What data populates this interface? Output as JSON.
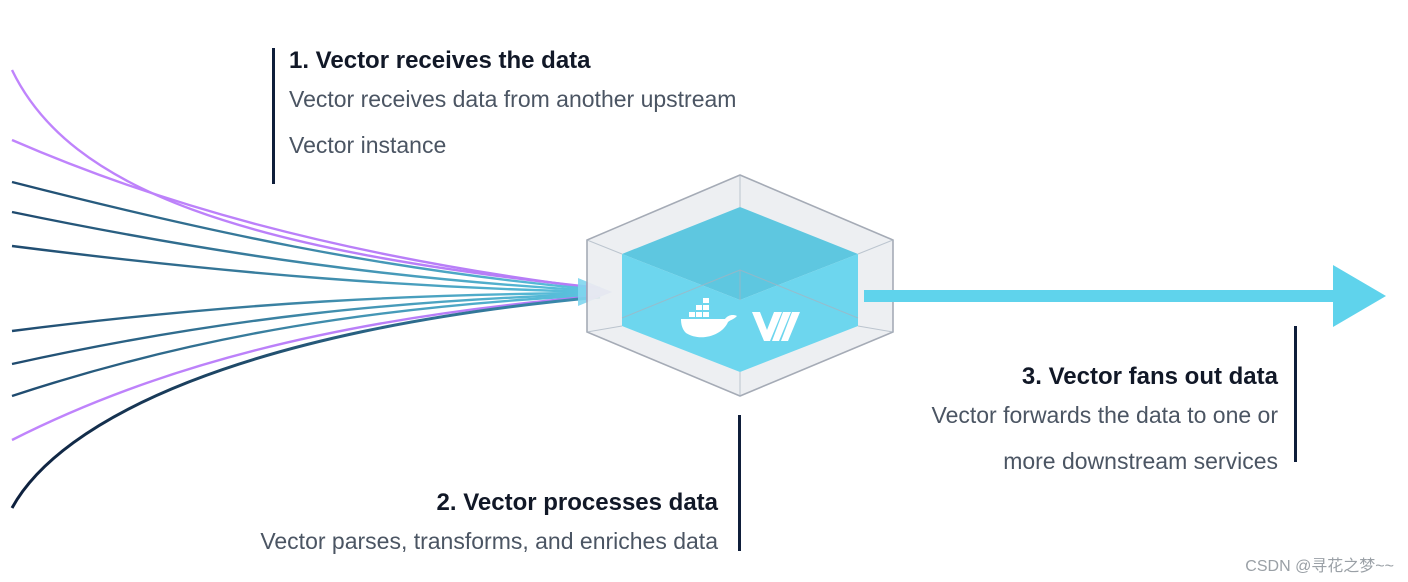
{
  "steps": [
    {
      "title": "1. Vector receives the data",
      "desc_line1": "Vector receives data from another upstream",
      "desc_line2": "Vector instance"
    },
    {
      "title": "2. Vector processes data",
      "desc_line1": "Vector parses, transforms, and enriches data"
    },
    {
      "title": "3. Vector fans out data",
      "desc_line1": "Vector forwards the data to one or",
      "desc_line2": "more downstream services"
    }
  ],
  "icons": [
    "docker-whale-icon",
    "vector-logo-icon"
  ],
  "colors": {
    "purple_stream": "#c084fc",
    "dark_stream": "#0f2a44",
    "teal_stream": "#2f7fa0",
    "cyan_output": "#5fd3ec",
    "cube_outline": "#9ca3af",
    "cube_fill": "#e9ecef",
    "inner_box": "#63d1ea",
    "callout_bar": "#0f1e3a"
  },
  "watermark": "CSDN @寻花之梦~~"
}
